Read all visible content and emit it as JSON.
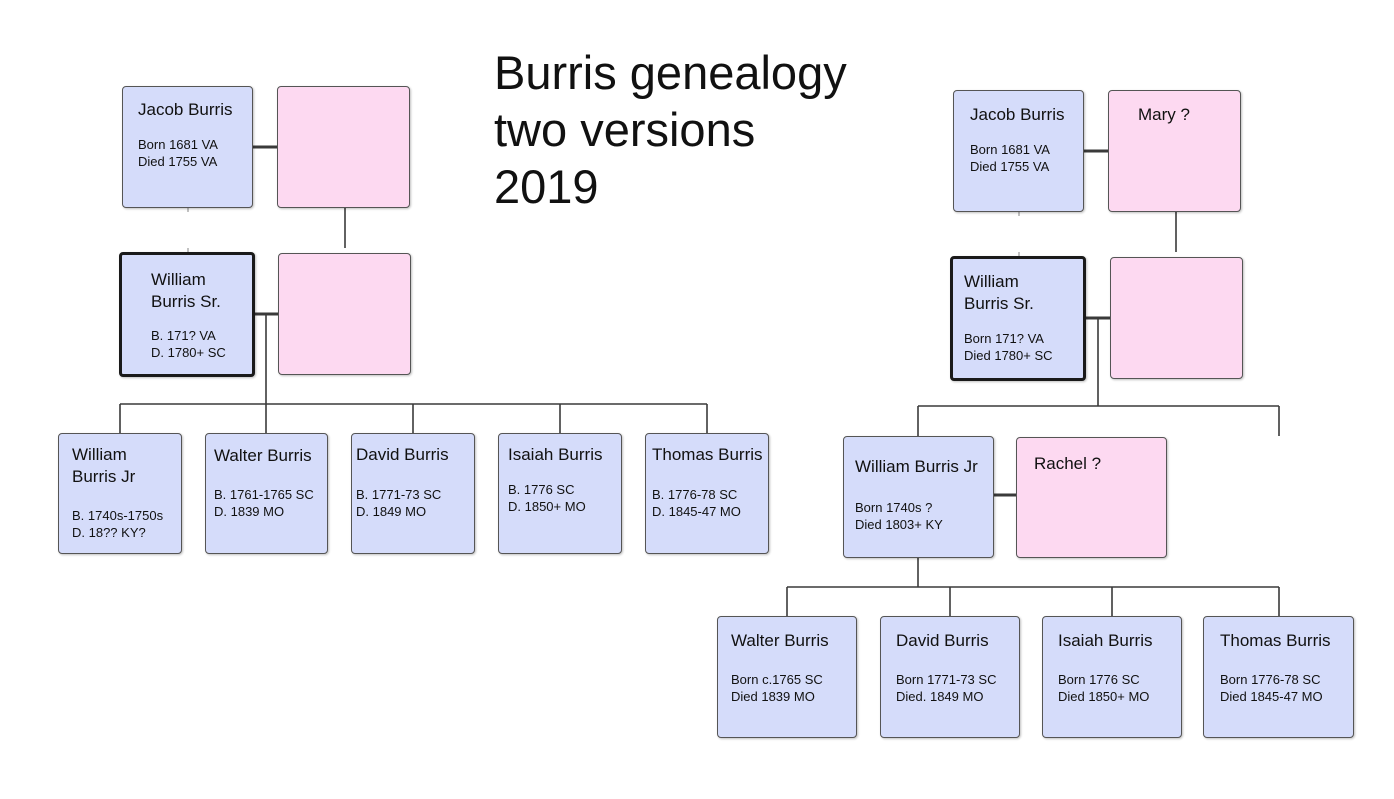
{
  "title": [
    "Burris genealogy",
    "two versions",
    "2019"
  ],
  "colors": {
    "male_box": "#d5dcfa",
    "female_box": "#fdd9f1",
    "border": "#555555",
    "connector": "#3a3a3a"
  },
  "left_tree": {
    "jacob": {
      "name": "Jacob Burris",
      "born": "Born 1681 VA",
      "died": "Died 1755 VA"
    },
    "jacob_spouse": {
      "name": ""
    },
    "william_sr": {
      "name_1": "William",
      "name_2": "Burris Sr.",
      "born": "B. 171? VA",
      "died": "D. 1780+ SC"
    },
    "william_sr_spouse": {
      "name": ""
    },
    "children": [
      {
        "name_1": "William",
        "name_2": "Burris Jr",
        "born": "B. 1740s-1750s",
        "died": "D. 18?? KY?"
      },
      {
        "name_1": "Walter Burris",
        "name_2": "",
        "born": "B. 1761-1765 SC",
        "died": "D. 1839 MO"
      },
      {
        "name_1": "David Burris",
        "name_2": "",
        "born": "B. 1771-73 SC",
        "died": "D. 1849 MO"
      },
      {
        "name_1": "Isaiah Burris",
        "name_2": "",
        "born": "B. 1776 SC",
        "died": "D. 1850+ MO"
      },
      {
        "name_1": "Thomas Burris",
        "name_2": "",
        "born": "B. 1776-78 SC",
        "died": "D. 1845-47 MO"
      }
    ]
  },
  "right_tree": {
    "jacob": {
      "name": "Jacob Burris",
      "born": "Born 1681 VA",
      "died": "Died 1755 VA"
    },
    "jacob_spouse": {
      "name": "Mary ?"
    },
    "william_sr": {
      "name_1": "William",
      "name_2": "Burris Sr.",
      "born": "Born 171? VA",
      "died": "Died 1780+ SC"
    },
    "william_sr_spouse": {
      "name": ""
    },
    "william_jr": {
      "name": "William Burris Jr",
      "born": "Born 1740s ?",
      "died": "Died 1803+ KY"
    },
    "william_jr_spouse": {
      "name": "Rachel ?"
    },
    "grandchildren": [
      {
        "name": "Walter Burris",
        "born": "Born c.1765 SC",
        "died": "Died 1839 MO"
      },
      {
        "name": "David Burris",
        "born": "Born 1771-73 SC",
        "died": "Died. 1849 MO"
      },
      {
        "name": "Isaiah Burris",
        "born": "Born 1776 SC",
        "died": "Died 1850+ MO"
      },
      {
        "name": "Thomas Burris",
        "born": "Born 1776-78 SC",
        "died": "Died 1845-47 MO"
      }
    ]
  }
}
